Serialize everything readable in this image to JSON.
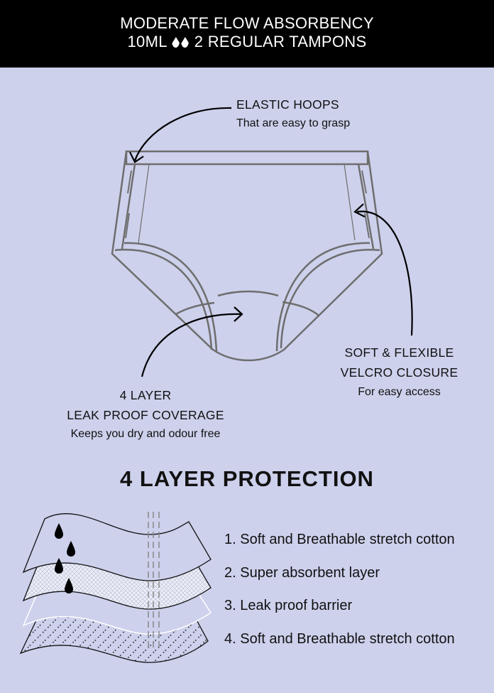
{
  "header": {
    "line1": "MODERATE FLOW ABSORBENCY",
    "line2_left": "10ML",
    "line2_right": "2 REGULAR TAMPONS",
    "drop_icon": "droplet-icon"
  },
  "callouts": {
    "elastic": {
      "title": "ELASTIC HOOPS",
      "subtitle": "That are easy to grasp"
    },
    "velcro": {
      "title_line1": "SOFT & FLEXIBLE",
      "title_line2": "VELCRO CLOSURE",
      "subtitle": "For easy access"
    },
    "leak": {
      "title_line1": "4 LAYER",
      "title_line2": "LEAK PROOF COVERAGE",
      "subtitle": "Keeps you dry and odour free"
    }
  },
  "protection": {
    "title": "4 LAYER PROTECTION",
    "layers": [
      "1. Soft and Breathable stretch cotton",
      "2. Super absorbent layer",
      "3. Leak proof barrier",
      "4. Soft and Breathable stretch cotton"
    ]
  },
  "colors": {
    "background": "#cdd1ec",
    "header": "#000000",
    "outline": "#6b6b6b"
  }
}
